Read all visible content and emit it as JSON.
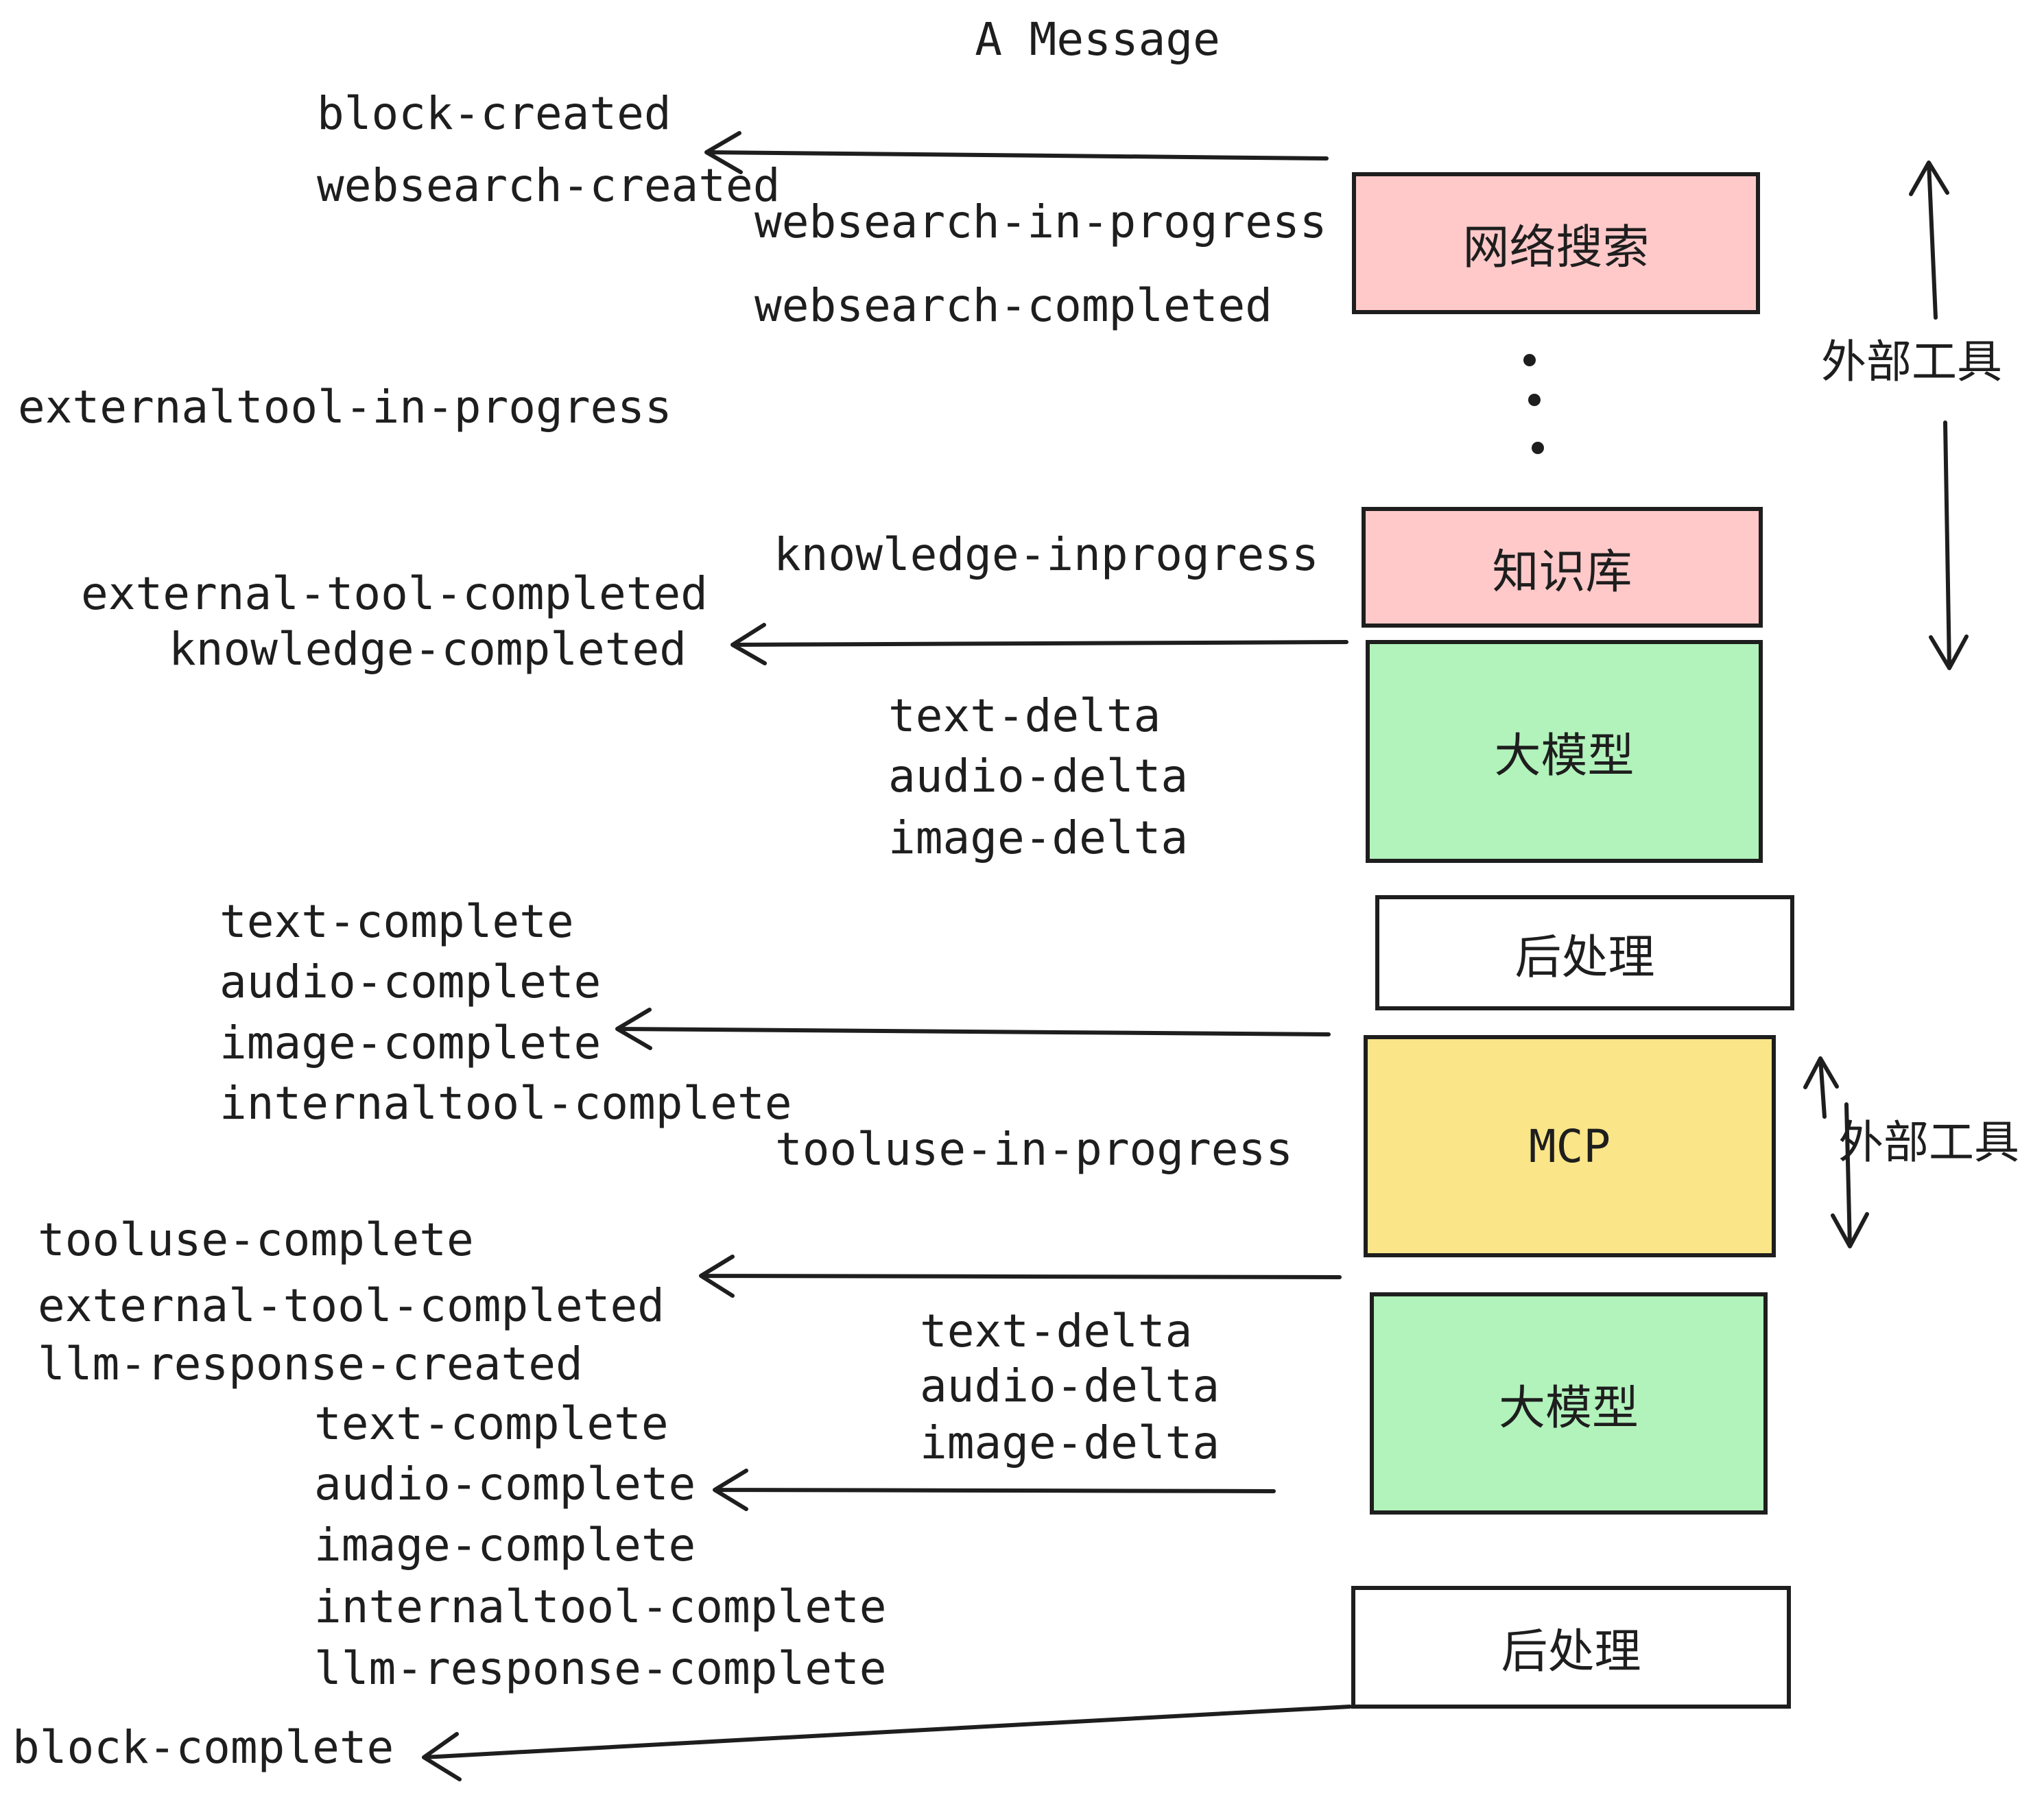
{
  "title": "A Message",
  "boxes": {
    "websearch": "网络搜索",
    "knowledge": "知识库",
    "llm": "大模型",
    "postprocess": "后处理",
    "mcp": "MCP"
  },
  "side_labels": {
    "external_tools": "外部工具"
  },
  "events": {
    "block_created": "block-created",
    "websearch_created": "websearch-created",
    "websearch_in_progress": "websearch-in-progress",
    "websearch_completed": "websearch-completed",
    "externaltool_in_progress": "externaltool-in-progress",
    "knowledge_inprogress": "knowledge-inprogress",
    "external_tool_completed": "external-tool-completed",
    "knowledge_completed": "knowledge-completed",
    "text_delta": "text-delta",
    "audio_delta": "audio-delta",
    "image_delta": "image-delta",
    "text_complete": "text-complete",
    "audio_complete": "audio-complete",
    "image_complete": "image-complete",
    "internaltool_complete": "internaltool-complete",
    "tooluse_in_progress": "tooluse-in-progress",
    "tooluse_complete": "tooluse-complete",
    "llm_response_created": "llm-response-created",
    "llm_response_complete": "llm-response-complete",
    "block_complete": "block-complete"
  },
  "colors": {
    "background": "#ffffff",
    "stroke": "#1e1e1e",
    "text": "#1e1e1e",
    "node_pink": "#ffc9c9",
    "node_green": "#b2f2bb",
    "node_yellow": "#fae588",
    "node_white": "#ffffff"
  }
}
